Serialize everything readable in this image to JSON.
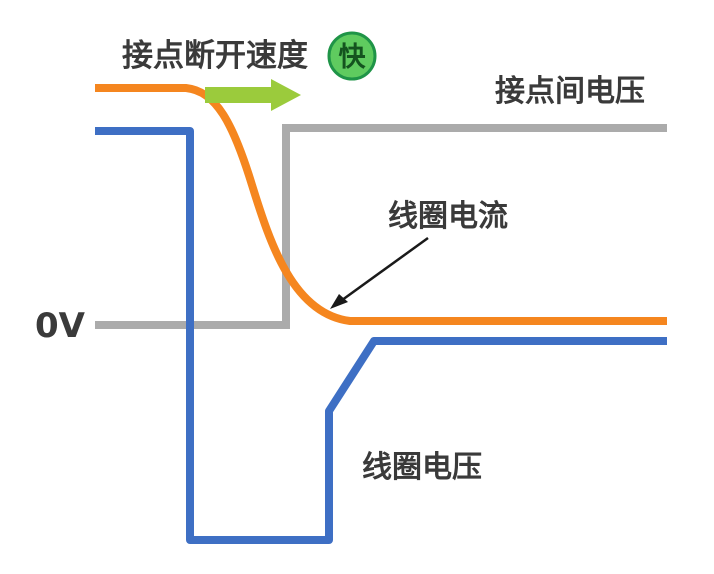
{
  "diagram": {
    "title": "接点断开速度",
    "badge": {
      "label": "快"
    },
    "labels": {
      "contact_voltage": "接点间电压",
      "coil_current": "线圈电流",
      "coil_voltage": "线圈电压",
      "zero_volt": "0V"
    },
    "colors": {
      "coil_current": "#F5861F",
      "coil_voltage": "#3E6FC4",
      "contact_voltage": "#ABABAB",
      "speed_arrow": "#9BCB3C",
      "badge_fill": "#5FCB5F",
      "badge_border": "#1F9447",
      "badge_text": "#14541F",
      "annotation": "#1A1A1A",
      "text": "#3A3A3A"
    }
  }
}
